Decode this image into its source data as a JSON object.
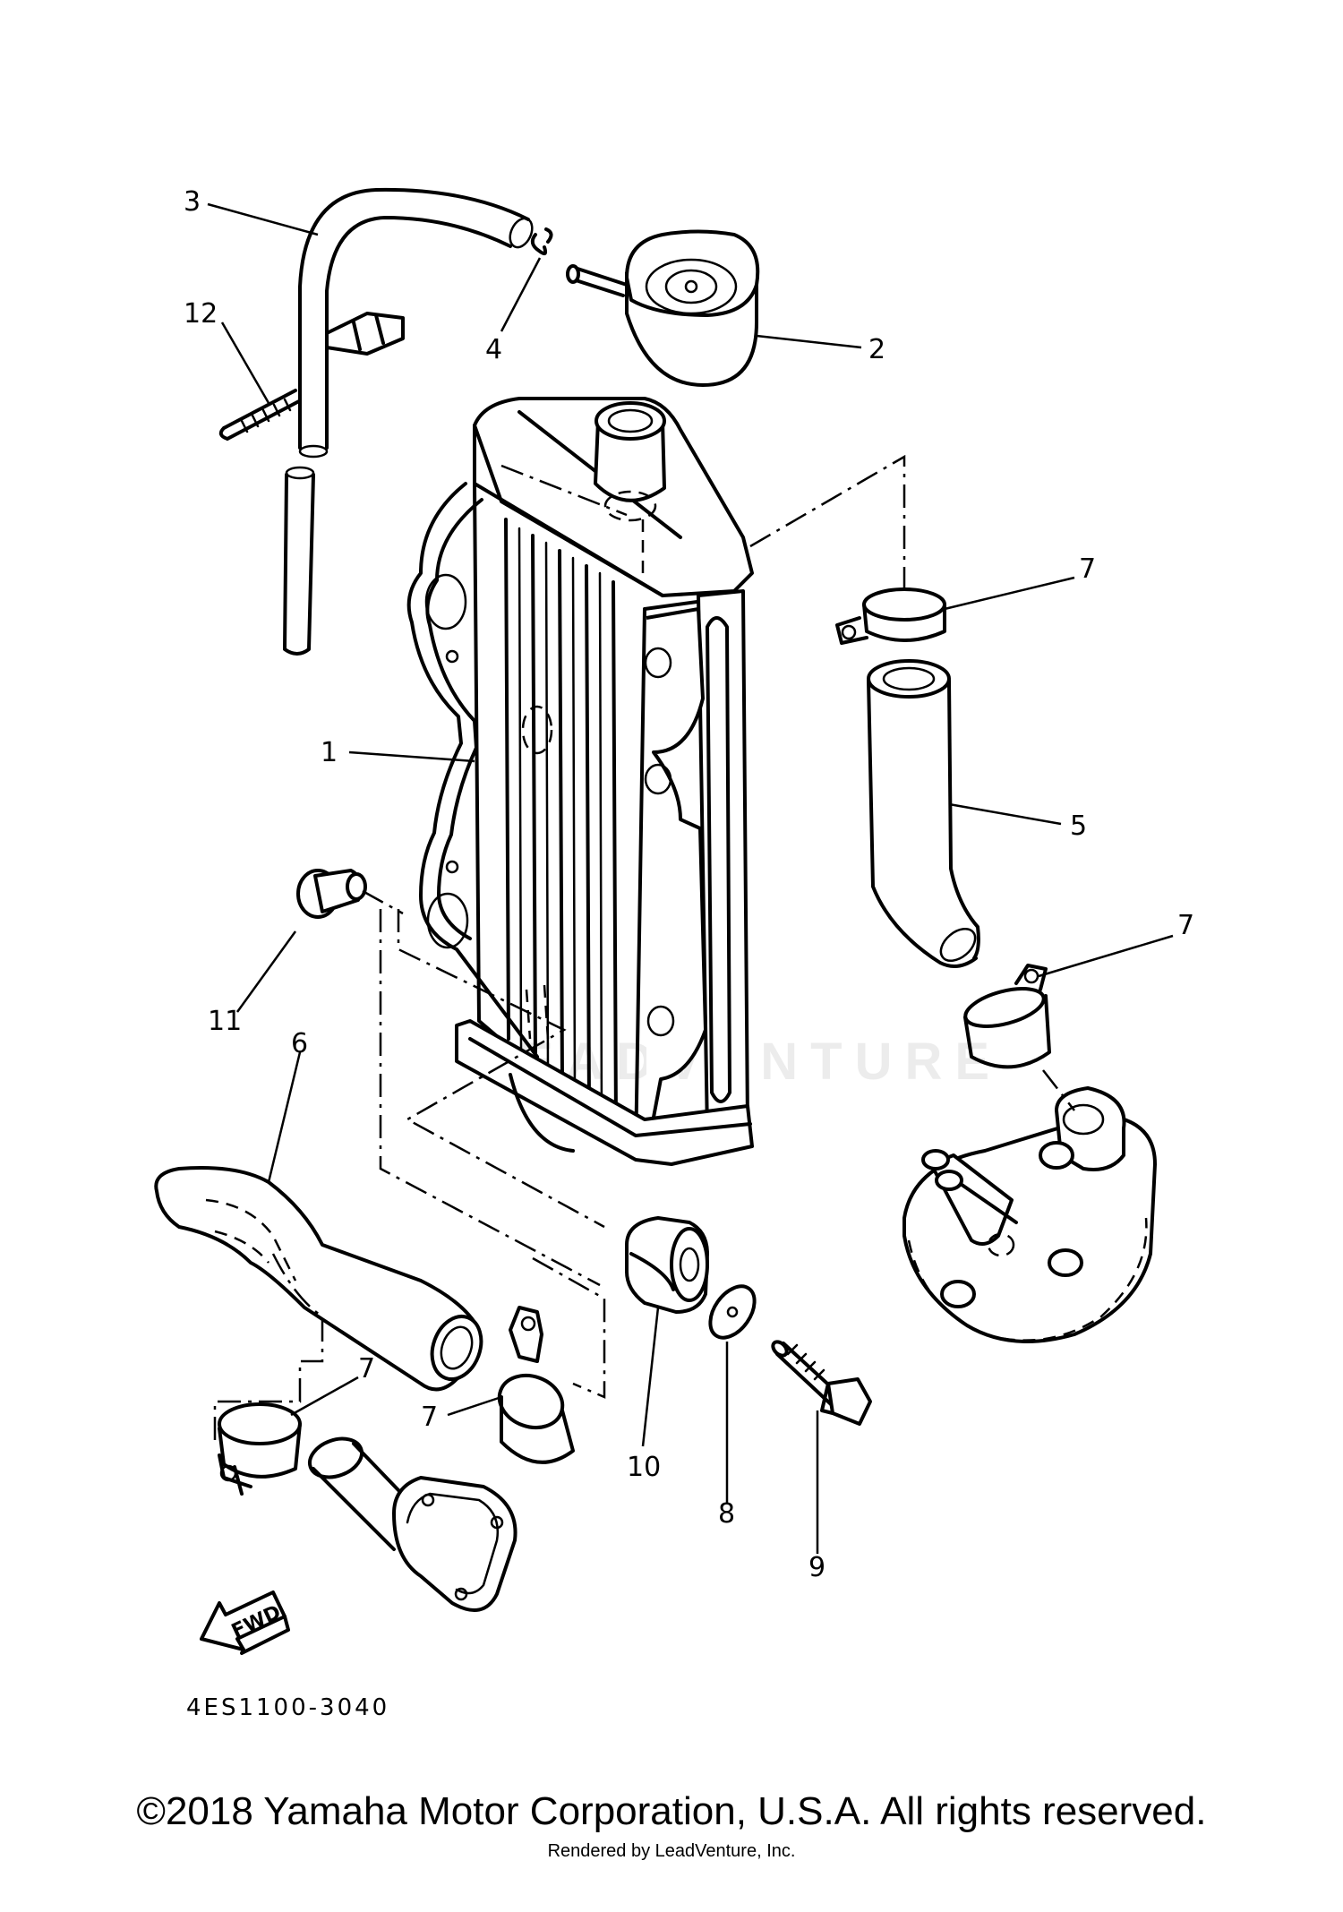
{
  "diagram": {
    "callouts": {
      "c1": "1",
      "c2": "2",
      "c3": "3",
      "c4": "4",
      "c5": "5",
      "c6": "6",
      "c7a": "7",
      "c7b": "7",
      "c7c": "7",
      "c7d": "7",
      "c8": "8",
      "c9": "9",
      "c10": "10",
      "c11": "11",
      "c12": "12"
    },
    "forward_arrow_label": "FWD",
    "part_code": "4ES1100-3040",
    "watermark": "LEADVENTURE"
  },
  "footer": {
    "copyright": "©2018 Yamaha Motor Corporation, U.S.A. All rights reserved.",
    "rendered_by": "Rendered by LeadVenture, Inc."
  }
}
